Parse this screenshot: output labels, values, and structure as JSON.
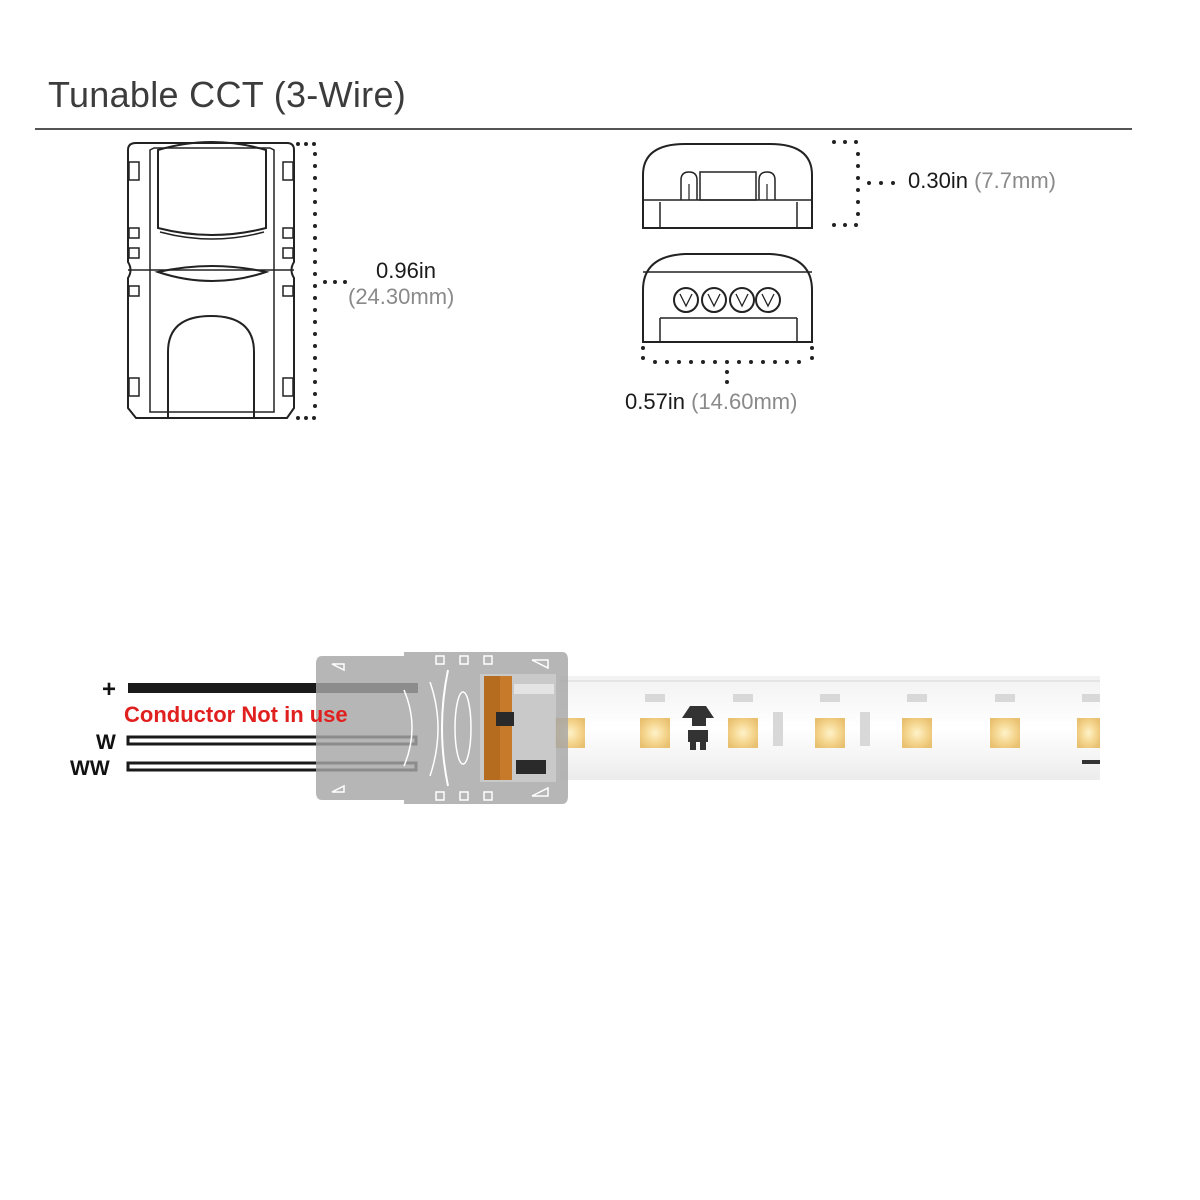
{
  "header": {
    "title": "Tunable CCT (3-Wire)"
  },
  "dimensions": {
    "length": {
      "imperial": "0.96in",
      "metric": "(24.30mm)"
    },
    "height": {
      "imperial": "0.30in",
      "metric": "(7.7mm)"
    },
    "width": {
      "imperial": "0.57in",
      "metric": "(14.60mm)"
    }
  },
  "wiring": {
    "labels": [
      "+",
      "W",
      "WW"
    ],
    "note": "Conduсtor Not in use",
    "note_color": "#e0201f"
  },
  "colors": {
    "led_warm": "#f3d38a",
    "connector_body": "#a9a9a9",
    "tab": "#c77a2a"
  }
}
